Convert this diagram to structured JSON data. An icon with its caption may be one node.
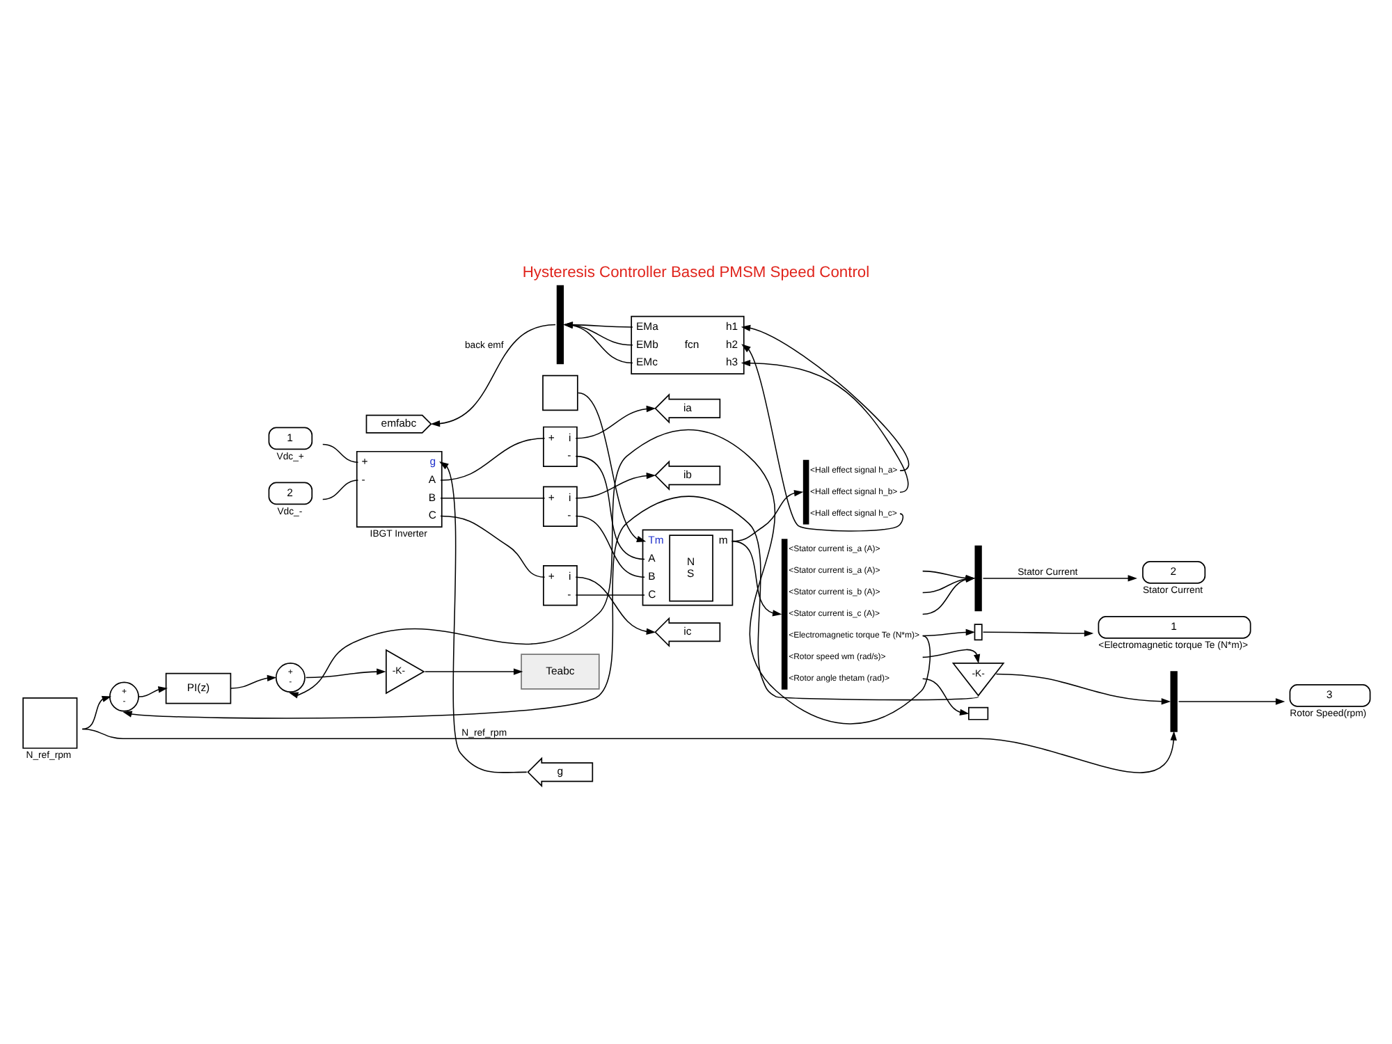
{
  "diagram": {
    "title": "Hysteresis Controller Based PMSM Speed Control",
    "nodes": [
      {
        "text": [
          "emfabc"
        ]
      },
      {
        "text": [],
        "shape": "bar"
      },
      {
        "text": [
          "EMa",
          "EMb",
          "EMc",
          "fcn",
          "h1",
          "h2",
          "h3"
        ]
      },
      {
        "text": [],
        "shape": "bar",
        "beside": [
          "<Hall effect signal h_a>",
          "<Hall effect signal h_b>",
          "<Hall effect signal h_c>"
        ]
      },
      {
        "text": [
          "ia"
        ]
      },
      {
        "text": [
          "ib"
        ]
      },
      {
        "text": [
          "ic"
        ]
      },
      {
        "text": [],
        "shape": "box"
      },
      {
        "text": [
          "g"
        ]
      },
      {
        "text": [
          "1"
        ],
        "beside": [
          "Vdc_+"
        ]
      },
      {
        "text": [
          "+",
          "-",
          "g",
          "A",
          "B",
          "C"
        ],
        "beside": [
          "IBGT Inverter"
        ]
      },
      {
        "text": [
          "+",
          "i",
          "-"
        ]
      },
      {
        "text": [
          "Tm",
          "A",
          "B",
          "C",
          "N",
          "S",
          "m"
        ]
      },
      {
        "text": [],
        "shape": "bar",
        "beside": [
          "<Stator current is_a (A)>",
          "<Stator current is_a (A)>",
          "<Stator current is_b (A)>",
          "<Stator current is_c (A)>",
          "<Electromagnetic torque Te (N*m)>",
          "<Rotor speed wm (rad/s)>",
          "<Rotor angle thetam (rad)>"
        ]
      },
      {
        "text": [],
        "shape": "bar"
      },
      {
        "text": [
          "2"
        ],
        "beside": [
          "Stator Current"
        ]
      },
      {
        "text": [
          "+",
          "i",
          "-"
        ]
      },
      {
        "text": [],
        "shape": "box"
      },
      {
        "text": [
          "1"
        ],
        "beside": [
          "<Electromagnetic torque Te (N*m)>"
        ]
      },
      {
        "text": [
          "2"
        ],
        "beside": [
          "Vdc_-"
        ]
      },
      {
        "text": [
          "+",
          "i",
          "-"
        ]
      },
      {
        "text": [],
        "shape": "box"
      },
      {
        "text": [],
        "shape": "box",
        "beside": [
          "N_ref_rpm"
        ]
      },
      {
        "text": [
          "+",
          "-"
        ]
      },
      {
        "text": [
          "PI(z)"
        ]
      },
      {
        "text": [
          "+",
          "-"
        ]
      },
      {
        "text": [
          "-K-"
        ]
      },
      {
        "text": [
          "Teabc"
        ]
      },
      {
        "text": [
          "-K-"
        ]
      },
      {
        "text": [],
        "shape": "bar"
      },
      {
        "text": [
          "3"
        ],
        "beside": [
          "Rotor Speed(rpm)"
        ]
      }
    ],
    "edges": [
      {
        "from": 2,
        "to": 1,
        "arrow": "to"
      },
      {
        "from": 2,
        "to": 1,
        "arrow": "to"
      },
      {
        "from": 2,
        "to": 1,
        "arrow": "to"
      },
      {
        "from": 1,
        "to": 0,
        "arrow": "to",
        "label": "back emf"
      },
      {
        "from": 3,
        "to": 2,
        "arrow": "to"
      },
      {
        "from": 3,
        "to": 2,
        "arrow": "to"
      },
      {
        "from": 3,
        "to": 2,
        "arrow": "to"
      },
      {
        "from": 8,
        "to": 10,
        "arrow": "to"
      },
      {
        "from": 9,
        "to": 10,
        "arrow": "none"
      },
      {
        "from": 19,
        "to": 10,
        "arrow": "none"
      },
      {
        "from": 10,
        "to": 11,
        "arrow": "none"
      },
      {
        "from": 10,
        "to": 16,
        "arrow": "none"
      },
      {
        "from": 10,
        "to": 20,
        "arrow": "none"
      },
      {
        "from": 11,
        "to": 4,
        "arrow": "to"
      },
      {
        "from": 16,
        "to": 5,
        "arrow": "to"
      },
      {
        "from": 20,
        "to": 6,
        "arrow": "to"
      },
      {
        "from": 11,
        "to": 12,
        "arrow": "none"
      },
      {
        "from": 16,
        "to": 12,
        "arrow": "none"
      },
      {
        "from": 20,
        "to": 12,
        "arrow": "none"
      },
      {
        "from": 7,
        "to": 12,
        "arrow": "to"
      },
      {
        "from": 12,
        "to": 3,
        "arrow": "to"
      },
      {
        "from": 12,
        "to": 13,
        "arrow": "to"
      },
      {
        "from": 13,
        "to": 14,
        "arrow": "to"
      },
      {
        "from": 13,
        "to": 14,
        "arrow": "to"
      },
      {
        "from": 13,
        "to": 14,
        "arrow": "to"
      },
      {
        "from": 14,
        "to": 15,
        "arrow": "to",
        "label": "Stator Current"
      },
      {
        "from": 13,
        "to": 17,
        "arrow": "to"
      },
      {
        "from": 17,
        "to": 18,
        "arrow": "to"
      },
      {
        "from": 13,
        "to": 25,
        "arrow": "to"
      },
      {
        "from": 13,
        "to": 28,
        "arrow": "to"
      },
      {
        "from": 13,
        "to": 21,
        "arrow": "to"
      },
      {
        "from": 22,
        "to": 23,
        "arrow": "to"
      },
      {
        "from": 22,
        "to": 29,
        "arrow": "to",
        "label": "N_ref_rpm"
      },
      {
        "from": 23,
        "to": 24,
        "arrow": "to"
      },
      {
        "from": 24,
        "to": 25,
        "arrow": "to"
      },
      {
        "from": 25,
        "to": 26,
        "arrow": "to"
      },
      {
        "from": 26,
        "to": 27,
        "arrow": "to"
      },
      {
        "from": 28,
        "to": 23,
        "arrow": "to"
      },
      {
        "from": 28,
        "to": 29,
        "arrow": "to"
      },
      {
        "from": 29,
        "to": 30,
        "arrow": "to"
      }
    ]
  }
}
